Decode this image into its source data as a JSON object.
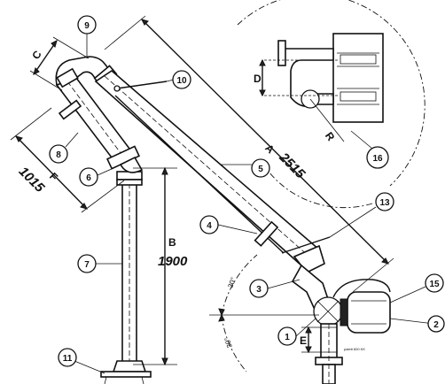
{
  "labels": {
    "callouts": [
      "9",
      "10",
      "8",
      "6",
      "5",
      "7",
      "4",
      "13",
      "3",
      "15",
      "2",
      "1",
      "11",
      "16"
    ],
    "dims": {
      "c": "C",
      "f": "F",
      "f_value": "1015",
      "a": "A",
      "a_value": "2515",
      "b": "B",
      "b_value": "1900",
      "d": "D",
      "r": "R",
      "e": "E"
    },
    "angles": [
      "30°",
      "30°"
    ],
    "tag": "palett 600 KK"
  }
}
